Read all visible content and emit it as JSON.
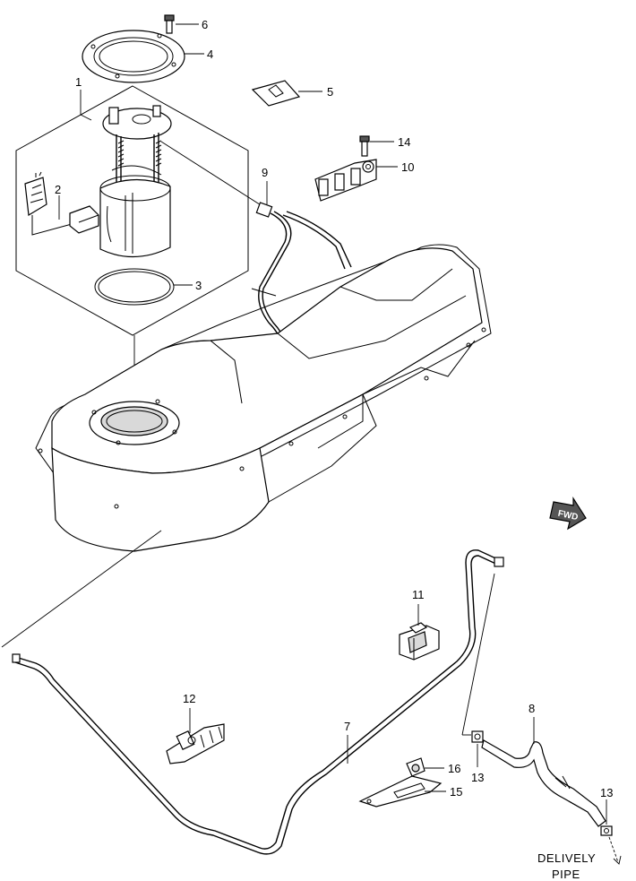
{
  "callouts": {
    "c1": "1",
    "c2": "2",
    "c3": "3",
    "c4": "4",
    "c5": "5",
    "c6": "6",
    "c7": "7",
    "c8": "8",
    "c9": "9",
    "c10": "10",
    "c11": "11",
    "c12": "12",
    "c13a": "13",
    "c13b": "13",
    "c14": "14",
    "c15": "15",
    "c16": "16"
  },
  "notes": {
    "delivery_line1": "DELIVELY",
    "delivery_line2": "PIPE",
    "fwd_badge": "FWD"
  },
  "colors": {
    "ink": "#000000",
    "paper": "#ffffff",
    "shade": "#d9d9d9"
  }
}
